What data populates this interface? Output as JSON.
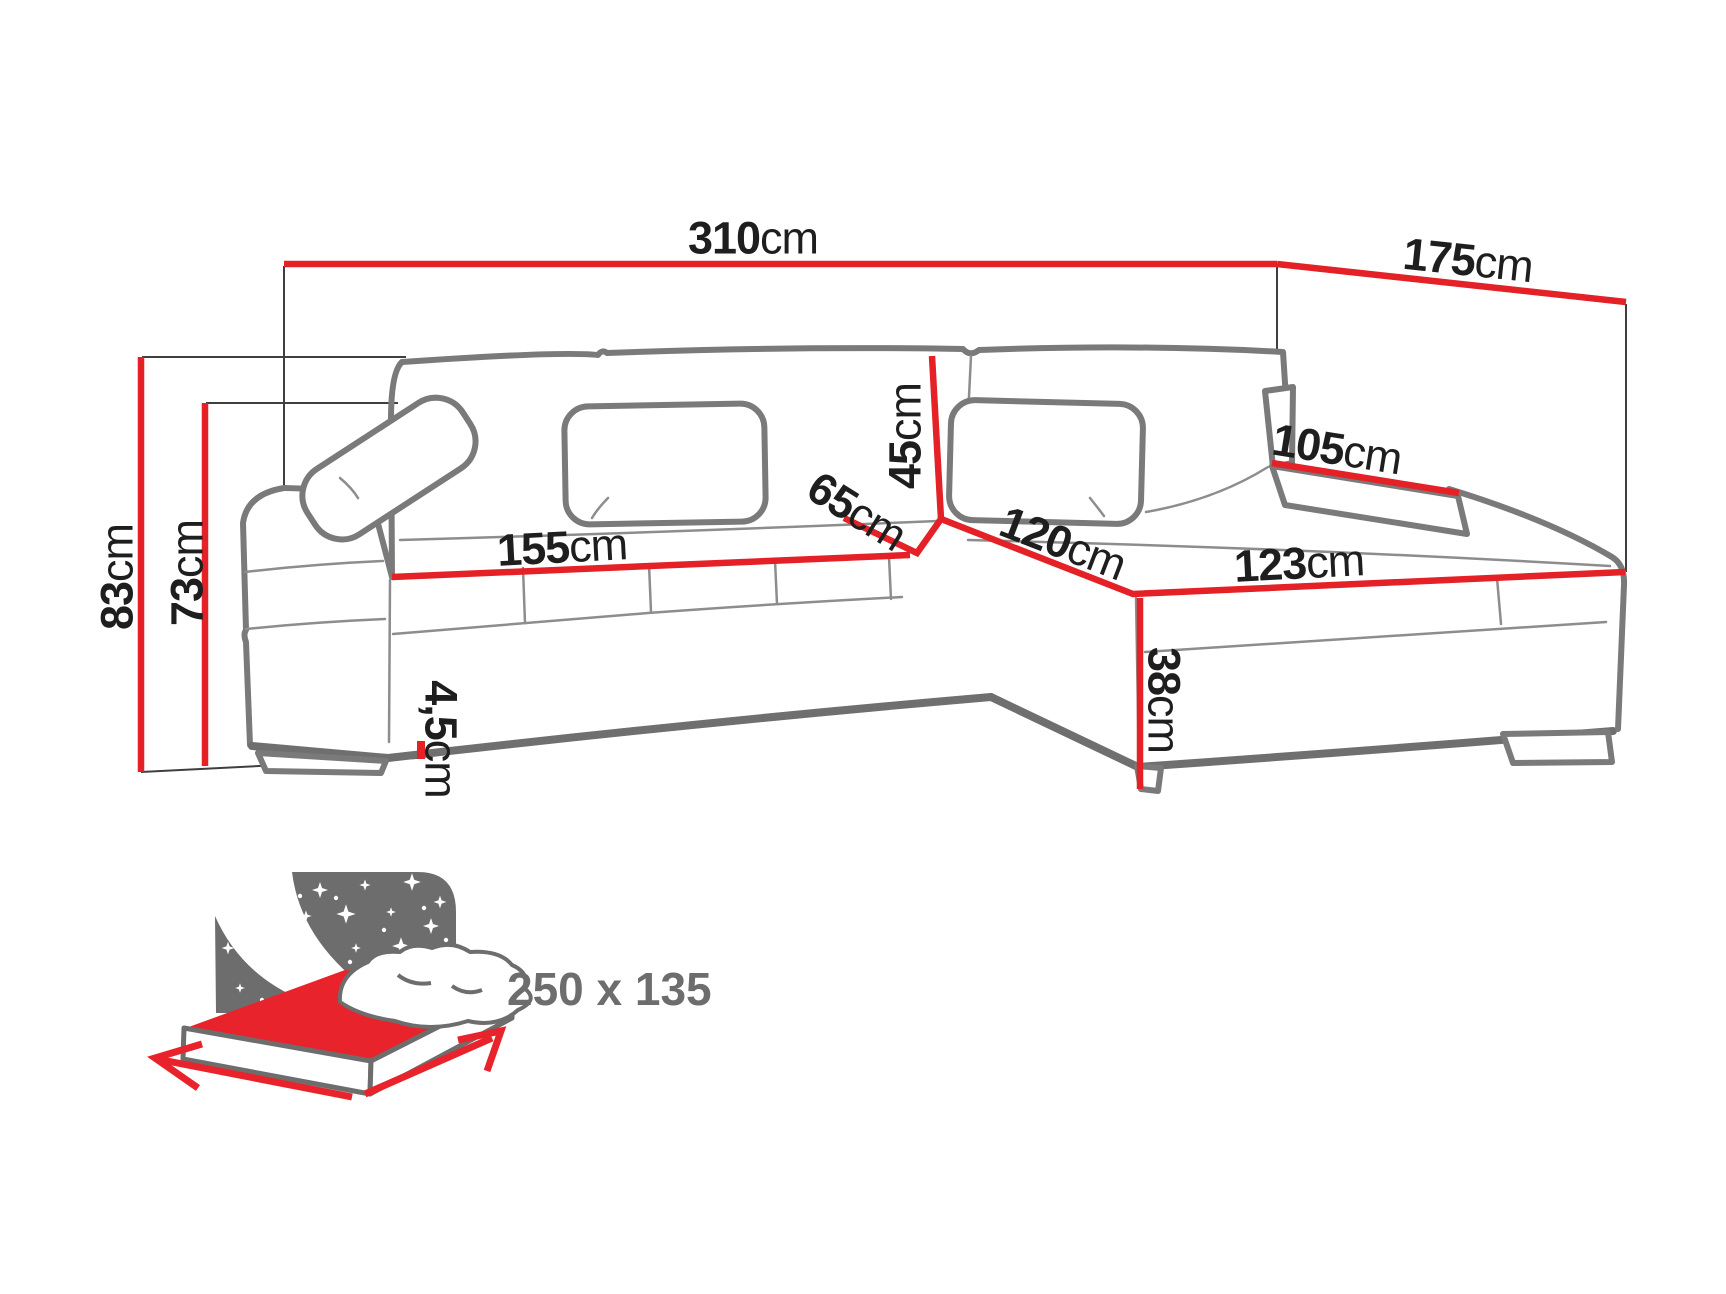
{
  "diagram_type": "corner sofa dimension drawing",
  "unit": "cm",
  "labels": {
    "overall_width": {
      "number": "310",
      "unit": "cm"
    },
    "overall_depth": {
      "number": "175",
      "unit": "cm"
    },
    "overall_height": {
      "number": "83",
      "unit": "cm"
    },
    "backrest_total_height": {
      "number": "73",
      "unit": "cm"
    },
    "seat_length": {
      "number": "155",
      "unit": "cm"
    },
    "seat_depth": {
      "number": "65",
      "unit": "cm"
    },
    "backrest_height": {
      "number": "45",
      "unit": "cm"
    },
    "chaise_width": {
      "number": "120",
      "unit": "cm"
    },
    "chaise_length": {
      "number": "123",
      "unit": "cm"
    },
    "armrest_shelf_length": {
      "number": "105",
      "unit": "cm"
    },
    "seat_height": {
      "number": "38",
      "unit": "cm"
    },
    "leg_height": {
      "number": "4,5",
      "unit": "cm"
    }
  },
  "sleeping_area": {
    "size": "250 x 135"
  },
  "colors": {
    "dimension_line": "#e32126",
    "dimension_text": "#1e1e1e",
    "sofa_outline": "#7a7a7a",
    "icon_gray": "#6d6d6d",
    "icon_red": "#e8232b",
    "background": "#ffffff"
  }
}
